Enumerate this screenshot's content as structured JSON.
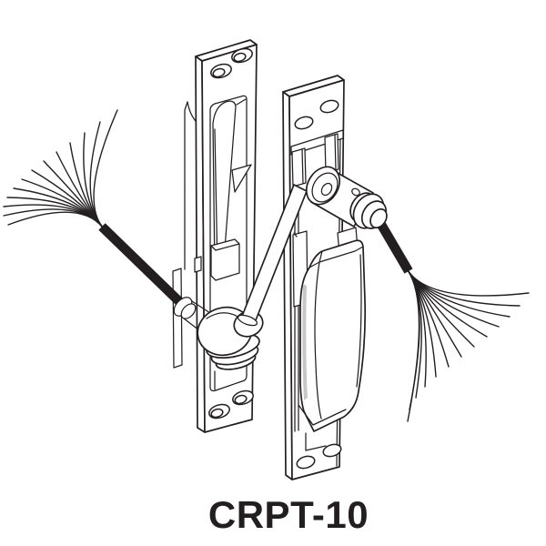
{
  "figure": {
    "product_label": "CRPT-10",
    "line_color": "#231f20",
    "background_color": "#ffffff",
    "left_unit": {
      "screw_hole_count": 4,
      "hole_style": "countersunk"
    },
    "right_unit": {
      "screw_hole_count": 4,
      "hole_style": "plain"
    },
    "left_wire_bundle": {
      "wire_count": 13
    },
    "right_wire_bundle": {
      "wire_count": 13
    }
  }
}
